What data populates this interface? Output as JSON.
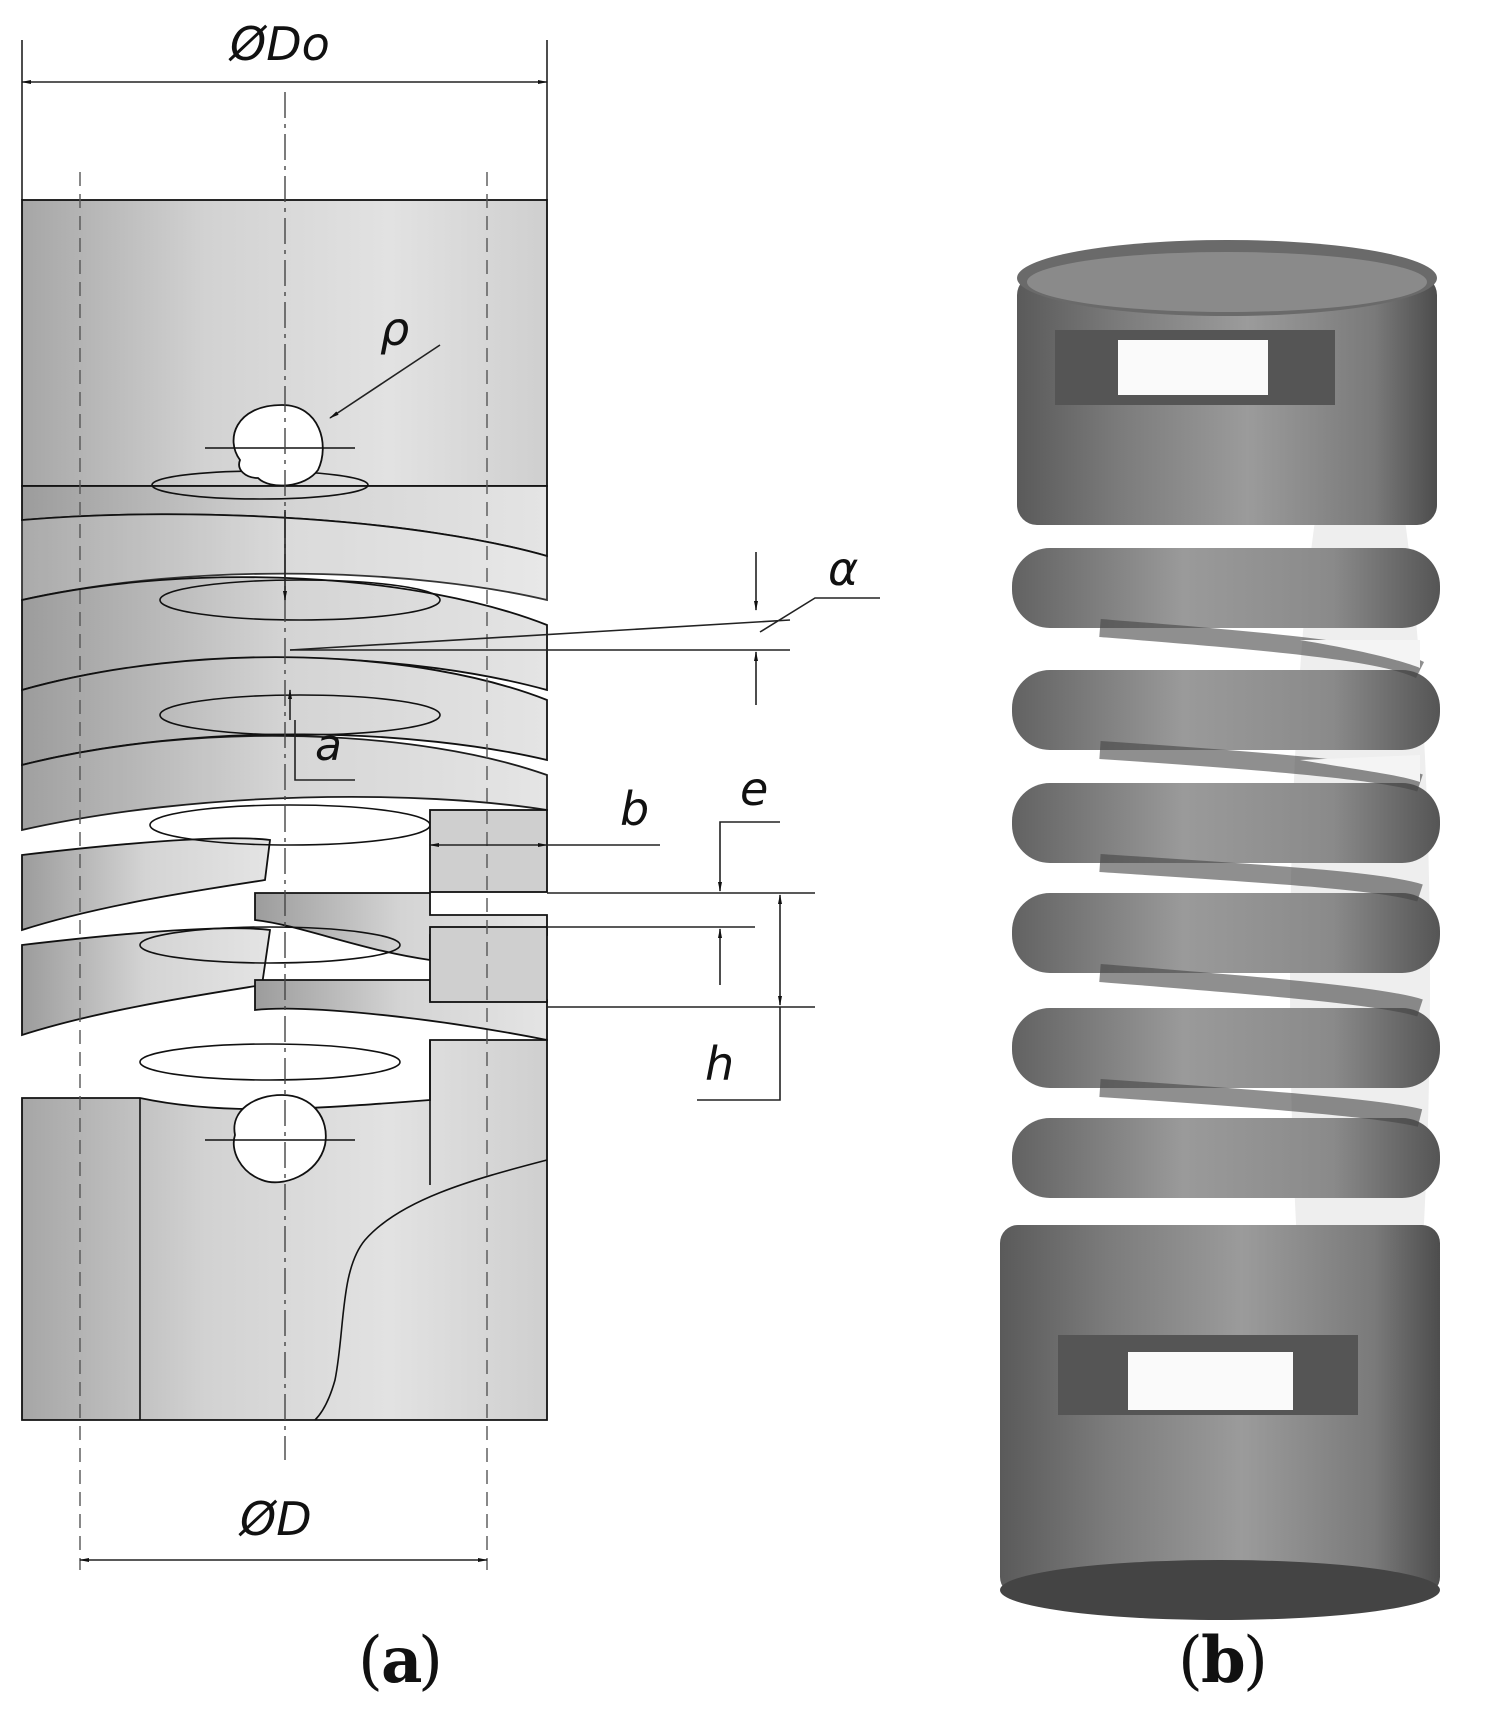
{
  "figure": {
    "panel_a": {
      "caption": "a",
      "labels": {
        "outer_diameter": "ØDo",
        "inner_diameter": "ØD",
        "radius": "ρ",
        "angle": "α",
        "a": "a",
        "b": "b",
        "e": "e",
        "h": "h"
      }
    },
    "panel_b": {
      "caption": "b"
    }
  },
  "colors": {
    "part_fill_light": "#dcdcdc",
    "part_fill_dark": "#a9a9a9",
    "metal_light": "#8f8f8f",
    "metal_dark": "#4e4e4e",
    "line": "#111111"
  }
}
